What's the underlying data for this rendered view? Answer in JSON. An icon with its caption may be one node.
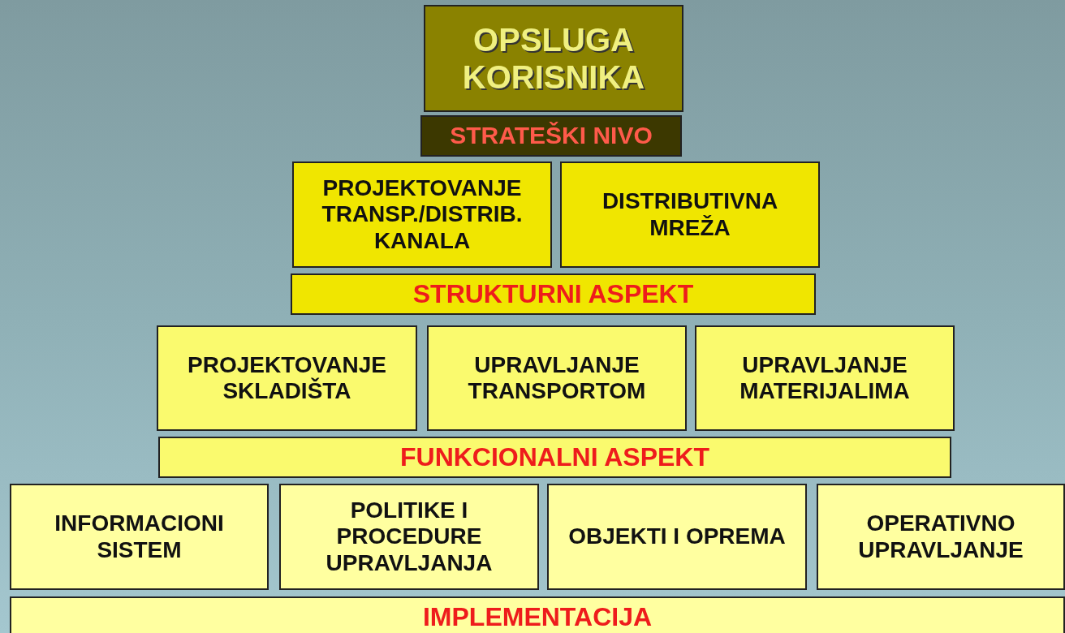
{
  "diagram": {
    "nodes": [
      {
        "text": [
          "OPSLUGA KORISNIKA"
        ]
      },
      {
        "text": [
          "STRATEŠKI NIVO"
        ]
      },
      {
        "text": [
          "PROJEKTOVANJE TRANSP./DISTRIB. KANALA"
        ]
      },
      {
        "text": [
          "DISTRIBUTIVNA MREŽA"
        ]
      },
      {
        "text": [
          "STRUKTURNI ASPEKT"
        ]
      },
      {
        "text": [
          "PROJEKTOVANJE SKLADIŠTA"
        ]
      },
      {
        "text": [
          "UPRAVLJANJE TRANSPORTOM"
        ]
      },
      {
        "text": [
          "UPRAVLJANJE MATERIJALIMA"
        ]
      },
      {
        "text": [
          "FUNKCIONALNI ASPEKT"
        ]
      },
      {
        "text": [
          "INFORMACIONI SISTEM"
        ]
      },
      {
        "text": [
          "POLITIKE I PROCEDURE UPRAVLJANJA"
        ]
      },
      {
        "text": [
          "OBJEKTI I OPREMA"
        ]
      },
      {
        "text": [
          "OPERATIVNO UPRAVLJANJE"
        ]
      },
      {
        "text": [
          "IMPLEMENTACIJA"
        ]
      }
    ]
  }
}
